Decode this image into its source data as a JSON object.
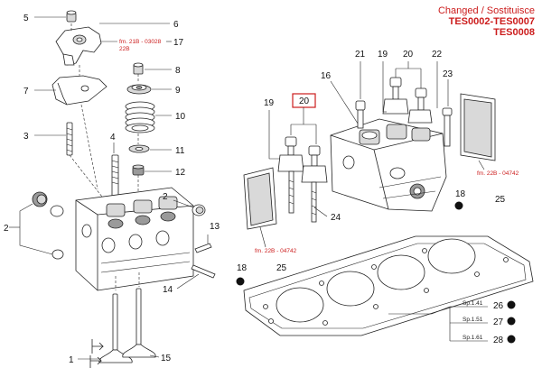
{
  "header": {
    "line1": "Changed / Sostituisce",
    "line2": "TES0002-TES0007",
    "line3": "TES0008"
  },
  "callouts": {
    "c1": "1",
    "c2a": "2",
    "c2b": "2",
    "c3": "3",
    "c4": "4",
    "c5": "5",
    "c6": "6",
    "c7": "7",
    "c8": "8",
    "c9": "9",
    "c10": "10",
    "c11": "11",
    "c12": "12",
    "c13": "13",
    "c14": "14",
    "c15": "15",
    "c16": "16",
    "c17": "17",
    "c18a": "18",
    "c18b": "18",
    "c19a": "19",
    "c19b": "19",
    "c20a": "20",
    "c20b": "20",
    "c21": "21",
    "c22": "22",
    "c23": "23",
    "c24": "24",
    "c25a": "25",
    "c25b": "25",
    "c26": "26",
    "c27": "27",
    "c28": "28"
  },
  "refs": {
    "fm21b": "fm. 21B - 03028",
    "fm22b": "22B",
    "fm22b_left": "fm. 22B - 04742",
    "fm22b_right": "fm. 22B - 04742"
  },
  "spec_labels": {
    "sp141": "Sp.1.41",
    "sp151": "Sp.1.51",
    "sp161": "Sp.1.61"
  },
  "colors": {
    "accent_red": "#cc1d1d",
    "highlight_box": "#cc1d1d",
    "line": "#222222"
  }
}
